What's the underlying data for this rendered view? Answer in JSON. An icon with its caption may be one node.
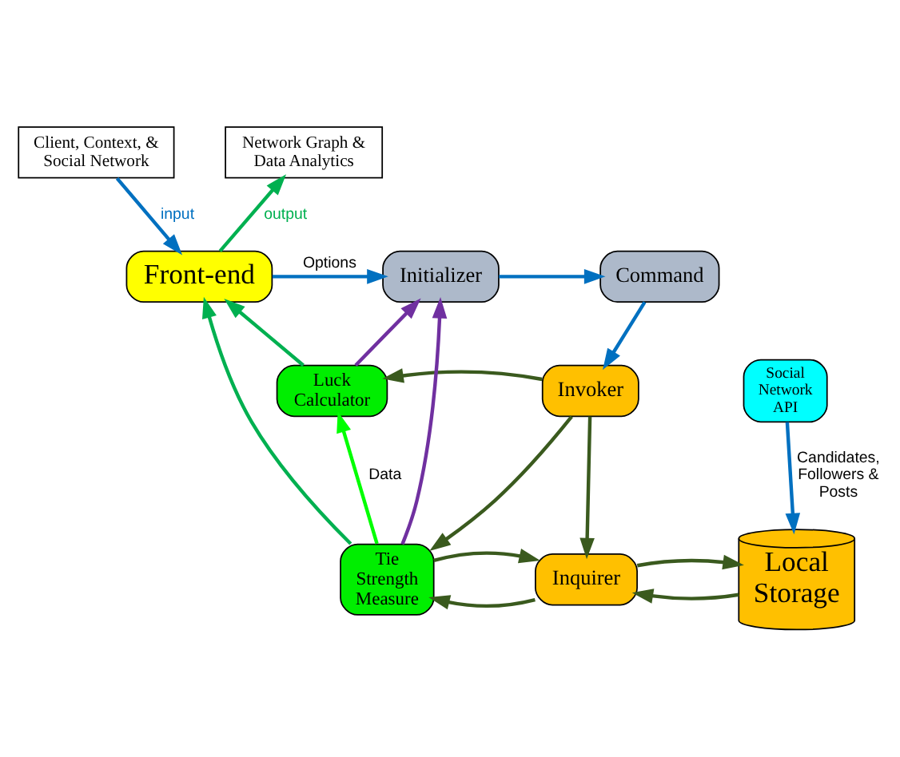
{
  "diagram": {
    "nodes": [
      {
        "text": [
          "Client, Context, & Social Network"
        ]
      },
      {
        "text": [
          "Network Graph & Data Analytics"
        ]
      },
      {
        "text": [
          "Front-end"
        ]
      },
      {
        "text": [
          "Initializer"
        ]
      },
      {
        "text": [
          "Command"
        ]
      },
      {
        "text": [
          "Luck Calculator"
        ]
      },
      {
        "text": [
          "Social Network API"
        ]
      },
      {
        "text": [
          "Invoker"
        ]
      },
      {
        "text": [
          "Tie Strength Measure"
        ]
      },
      {
        "text": [
          "Inquirer"
        ]
      },
      {
        "text": [
          "Local Storage"
        ]
      }
    ],
    "edges": [
      {
        "from": 0,
        "to": 2,
        "arrow": "to",
        "label": "input",
        "color": "#0070c0"
      },
      {
        "from": 2,
        "to": 1,
        "arrow": "to",
        "label": "output",
        "color": "#00b050"
      },
      {
        "from": 2,
        "to": 3,
        "arrow": "to",
        "label": "Options",
        "color": "#0070c0"
      },
      {
        "from": 3,
        "to": 4,
        "arrow": "to",
        "color": "#0070c0"
      },
      {
        "from": 4,
        "to": 7,
        "arrow": "to",
        "color": "#0070c0"
      },
      {
        "from": 5,
        "to": 2,
        "arrow": "to",
        "color": "#00b050"
      },
      {
        "from": 8,
        "to": 2,
        "arrow": "to",
        "color": "#00b050"
      },
      {
        "from": 5,
        "to": 3,
        "arrow": "to",
        "color": "#7030a0"
      },
      {
        "from": 8,
        "to": 3,
        "arrow": "to",
        "color": "#7030a0"
      },
      {
        "from": 8,
        "to": 5,
        "arrow": "to",
        "label": "Data",
        "color": "#00ff00"
      },
      {
        "from": 7,
        "to": 5,
        "arrow": "to"
      },
      {
        "from": 7,
        "to": 8,
        "arrow": "to"
      },
      {
        "from": 7,
        "to": 9,
        "arrow": "to"
      },
      {
        "from": 9,
        "to": 8,
        "arrow": "to"
      },
      {
        "from": 8,
        "to": 9,
        "arrow": "to"
      },
      {
        "from": 10,
        "to": 9,
        "arrow": "to"
      },
      {
        "from": 9,
        "to": 10,
        "arrow": "to"
      },
      {
        "from": 6,
        "to": 10,
        "arrow": "to",
        "label": "Candidates, Followers & Posts",
        "color": "#0070c0"
      }
    ]
  }
}
